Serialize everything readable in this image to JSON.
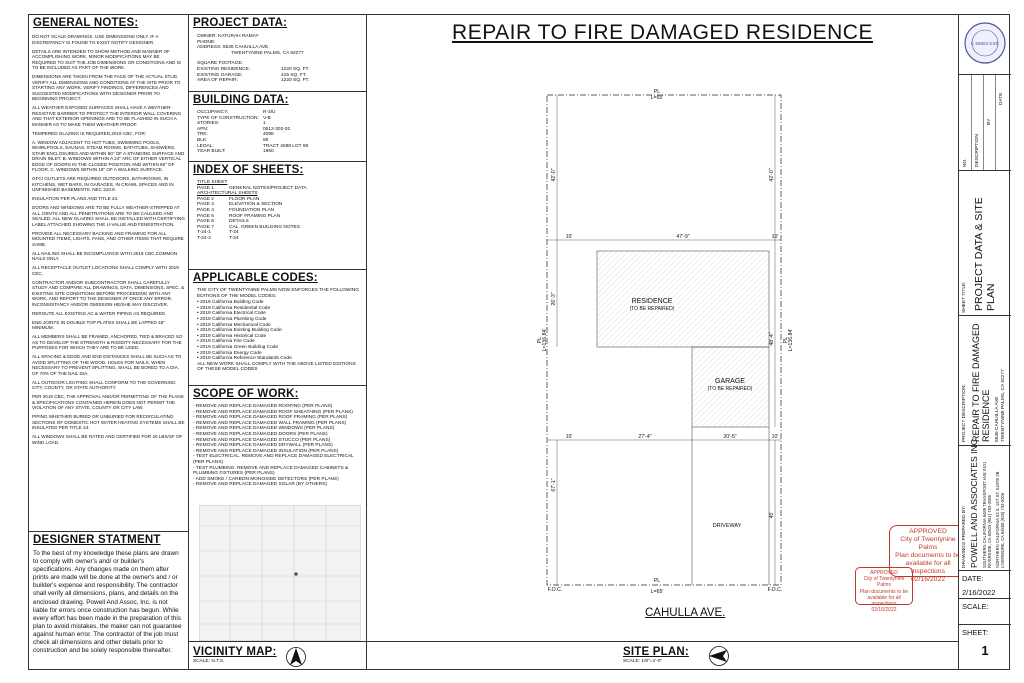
{
  "general_notes": {
    "heading": "GENERAL NOTES:",
    "items": [
      "DO NOT SCALE DRAWINGS. USE DIMENSIONS ONLY. IF A DISCREPANCY IS FOUND TO EXIST NOTIFY DESIGNER.",
      "DETAILS ARE INTENDED TO SHOW METHOD AND MANNER OF ACCOMPLISHING WORK, MINOR MODIFICATIONS MAY BE REQUIRED TO SUIT THE JOB DIMENSIONS OR CONDITIONS AND IS TO BE INCLUDED AS PART OF THE WORK.",
      "DIMENSIONS ARE TAKEN FROM THE FACE OF THE ACTUAL STUD. VERIFY ALL DIMENSIONS AND CONDITIONS AT THE SITE PRIOR TO STARTING ANY WORK. VERIFY FINDINGS, DIFFERENCES AND SUGGESTED MODIFICATIONS WITH DESIGNER PRIOR TO BEGINNING PROJECT.",
      "ALL WEATHER EXPOSED SURFACES SHALL HAVE A WEATHER-RESISTIVE BARRIER TO PROTECT THE INTERIOR WALL COVERING AND THAT EXTERIOR OPENINGS ARE TO BE FLASHED IN SUCH A MANNER AS TO MAKE THEM WEATHER PROOF.",
      "TEMPERED GLAZING IS REQUIRED,2019 CBC, FOR:",
      "A. WINDOW ADJACENT TO HOT TUBS, SWIMMING POOLS, WHIRLPOOLS, SAUNAS, STEAM ROOMS, BATHTUBS, SHOWERS, STAIR ENCLOSURES AND WITHIN 60\" OF A STANDING SURFACE AND DRAIN INLET. B. WINDOWS WITHIN A 24\" ARC OF EITHER VERTICAL EDGE OF DOORS IN THE CLOSED POSITION AND WITHIN 60\" OF FLOOR. C. WINDOWS WITHIN 18\" OF A WALKING SURFACE.",
      "GFCI OUTLETS ARE REQUIRED OUTDOORS, BATHROOMS, IN KITCHENS, WET BARS, IN GARAGES, IN CRAWL SPACES AND IN UNFINISHED BASEMENTS. NEC 210.8.",
      "INSULATION PER PLANS AND TITLE 24.",
      "DOORS AND WINDOWS ARE TO BE FULLY WEATHER-STRIPPED AT ALL JOINTS AND ALL PENETRATIONS ARE TO BE CAULKED AND SEALED. ALL NEW GLAZING SHALL BE INSTALLED WITH CERTIFYING LABEL ATTACHED SHOWING THE U-VALUE AND FENESTRATION.",
      "PROVIDE ALL NECESSARY BACKING AND FRAMING FOR ALL MOUNTED ITEMS, LIGHTS, FANS, AND OTHER ITEMS THAT REQUIRE SAME.",
      "ALL NAILING SHALL BE INCOMPLIANCE WITH 2019 CBC.COMMON NAILS ONLY.",
      "ALL RECEPTACLE OUTLET LOCATIONS SHALL COMPLY WITH 2019 CEC.",
      "CONTRACTOR AND/OR SUBCONTRACTOR SHALL CAREFULLY STUDY AND COMPARE ALL DRAWINGS, DATA, DIMENSIONS, SPEC. & EXISTING SITE CONDITIONS BEFORE PROCEEDING WITH ANY WORK, AND REPORT TO THE DESIGNER AT ONCE ANY ERROR, INCONSISTANCY AND/OR OMISSION HE/SHE MAY DISCOVER.",
      "REROUTE ALL EXISTING AC & WATER PIPING AS REQUIRED.",
      "END JOINTS IN DOUBLE TOP PLATES SHALL BE LAPPED 48\" MINIMUM.",
      "ALL MEMBERS SHALL BE FRAMED, ANCHORED, TIED & BRACED SO AS TO DEVELOP THE STRENGTH & RIGIDITY NECESSARY FOR THE PURPOSES FOR WHICH THEY ARE TO BE USED.",
      "ALL SPACING & EDGE AND END DISTANCES SHALL BE SUCH AS TO AVOID SPLITTING OF THE WOOD. HOLES FOR NAILS, WHEN NECESSARY TO PREVENT SPLITTING, SHALL BE BORED TO A DIA. OF 70% OF THE NAIL DIA.",
      "ALL OUTDOOR LIGHTING SHALL CONFORM TO THE GOVERNING CITY, COUNTY, OR STATE AUTHORITY.",
      "PER 2019 CBC, THE APPROVAL AND/OR PERMITTING OF THE PLANS & SPECIFICATIONS CONTAINED HEREIN DOES NOT PERMIT THE VIOLATION OF ANY STATE, COUNTY OR CITY LAW.",
      "PIPING WHETHER BURIED OR UNBURIED FOR RECIRCULATING SECTIONS OF DOMESTIC HOT WATER HEATING SYSTEMS SHALL BE INSULATED PER TITLE 24.",
      "ALL WINDOWS SHALL BE RATED AND CERTIFIED FOR 20 LBS/SF OF WIND LOAD."
    ]
  },
  "designer_statement": {
    "heading": "DESIGNER STATMENT",
    "text": "To the best of my knowledge these plans are drawn to comply with owner's and/ or builder's specifications. Any changes made on them after prints are made will be done at the owner's and / or builder's expense and responsibility. The contractor shall verify all dimensions, plans, and details on the enclosed drawing. Powell And Assoc, Inc. is not liable for errors once construction has begun. While every effort has been made in the preparation of this plan to avoid mistakes, the maker can not guarantee against human error. The contractor of the job must check all dimensions and other details prior to construction and be solely responsible thereafter."
  },
  "project_data": {
    "heading": "PROJECT DATA:",
    "owner": "OWNER: KATURAH RAMAY",
    "phone": "PHONE:",
    "address_1": "ADDRESS: 5536 CAHUILLA AVE",
    "address_2": "TWENTYNINE PALMS, CA 92277",
    "rows": [
      {
        "k": "SQUARE FOOTAGE:",
        "v": ""
      },
      {
        "k": "EXISTING RESIDENCE:",
        "v": "1220 SQ. FT."
      },
      {
        "k": "EXISTING GARAGE:",
        "v": "415 SQ. FT."
      },
      {
        "k": "AREA OF REPAIR:",
        "v": "1220 SQ. FT."
      }
    ]
  },
  "building_data": {
    "heading": "BUILDING DATA:",
    "rows": [
      {
        "k": "OCCUPANCY:",
        "v": "R-3/U"
      },
      {
        "k": "TYPE OF CONSTRUCTION:",
        "v": "V-B"
      },
      {
        "k": "STORIES:",
        "v": "1"
      },
      {
        "k": "APN:",
        "v": "0612-302-02"
      },
      {
        "k": "TRK:",
        "v": "4098"
      },
      {
        "k": "BLK:",
        "v": "88"
      },
      {
        "k": "LEGAL:",
        "v": "TRACT 4098 LOT 88"
      },
      {
        "k": "YEAR BUILT:",
        "v": "1960"
      }
    ]
  },
  "index_of_sheets": {
    "heading": "INDEX OF SHEETS:",
    "title_sheet": "TITLE SHEET",
    "title_rows": [
      {
        "k": "PAGE 1",
        "v": "GENERAL NOTES/PROJECT DATA"
      }
    ],
    "arch_sheets": "ARCHITECTURAL SHEETS",
    "arch_rows": [
      {
        "k": "PAGE 2",
        "v": "FLOOR PLAN"
      },
      {
        "k": "PAGE 3",
        "v": "ELEVATION & SECTION"
      },
      {
        "k": "PAGE 4",
        "v": "FOUNDATION PLAN"
      },
      {
        "k": "PAGE 5",
        "v": "ROOF FRAMING PLAN"
      },
      {
        "k": "PAGE 6",
        "v": "DETAILS"
      },
      {
        "k": "PAGE 7",
        "v": "CAL. GREEN BUILDING NOTES"
      },
      {
        "k": "T-24-1",
        "v": "T-24"
      },
      {
        "k": "T-24-2",
        "v": "T-24"
      }
    ]
  },
  "applicable_codes": {
    "heading": "APPLICABLE CODES:",
    "intro": "THE CITY OF TWENTYNINE PALMS NOW ENFORCES THE FOLLOWING EDITIONS OF THE MODEL CODES:",
    "items": [
      "• 2019 California Building Code",
      "• 2019 California Residential Code",
      "• 2019 California Electrical Code",
      "• 2019 California Plumbing Code",
      "• 2019 California Mechanical Code",
      "• 2019 California Existing Building Code",
      "• 2019 California Historical Code",
      "• 2019 California Fire Code",
      "• 2019 California Green Building Code",
      "• 2019 California Energy Code",
      "• 2019 California Reference Standards Code"
    ],
    "outro": "ALL NEW WORK SHALL COMPLY WITH THE ABOVE LISTED EDITIONS OF THESE MODEL CODES"
  },
  "scope_of_work": {
    "heading": "SCOPE OF WORK:",
    "items": [
      "- REMOVE AND REPLACE DAMAGED ROOFING (PER PLANS)",
      "- REMOVE AND REPLACE DAMAGED ROOF SHEATHING (PER PLANS)",
      "- REMOVE AND REPLACE DAMAGED ROOF FRAMING (PER PLANS)",
      "- REMOVE AND REPLACE DAMAGED WALL FRAMING (PER PLANS)",
      "- REMOVE AND REPLACE DAMAGED WINDOWS (PER PLANS)",
      "- REMOVE AND REPLACE DAMAGED DOORS (PER PLANS)",
      "- REMOVE AND REPLACE DAMAGED STUCCO (PER PLANS)",
      "- REMOVE AND REPLACE DAMAGED DRYWALL (PER PLANS)",
      "- REMOVE AND REPLACE DAMAGED INSULATION (PER PLANS)",
      "- TEST ELECTRICAL. REMOVE AND REPLACE DAMAGED ELECTRICAL (PER PLANS)",
      "- TEST PLUMBING. REMOVE AND REPLACE DAMAGED CABINETS & PLUMBING FIXTURES (PER PLANS)",
      "- ADD SMOKE / CARBON MONOXIDE DETECTORS (PER PLANS)",
      "- REMOVE AND REPLACE DAMAGED SOLAR (BY OTHERS)"
    ]
  },
  "vicinity_map": {
    "heading": "VICINITY MAP:",
    "scale": "SCALE: N.T.S."
  },
  "site_plan": {
    "title": "REPAIR TO FIRE DAMAGED RESIDENCE",
    "heading": "SITE PLAN:",
    "scale": "SCALE: 1/8\"=1'-0\"",
    "street": "CAHULLA AVE.",
    "residence": "RESIDENCE",
    "residence_note": "(TO BE REPAIRED)",
    "garage": "GARAGE",
    "garage_note": "(TO BE REPAIRED)",
    "driveway": "DRIVEWAY",
    "pl": "PL",
    "pl_len_h": "L=65'",
    "pl_len_v": "L=136.84'",
    "foc": "F.O.C.",
    "dims": {
      "top_setback": "42'-0\"",
      "res_width": "47'-9\"",
      "side_left": "10'",
      "side_right": "10'",
      "res_depth": "26'-3\"",
      "right_depth": "48'-4\"",
      "res_front": "27'-4\"",
      "gar_width": "20'-5\"",
      "front_setback": "67'-1\"",
      "drive_len": "45'"
    }
  },
  "stamps": {
    "approved": "APPROVED",
    "city": "City of Twentynine Palms",
    "line3": "Plan documents to be",
    "line4": "available for all inspections",
    "date": "02/16/2022",
    "small_approved": "APPROVED",
    "small_city": "City of Twentynine Palms",
    "small_line3": "Plan documents to be",
    "small_line4": "available for all inspections",
    "small_date": "02/16/2022"
  },
  "title_block": {
    "seal": "C 56804 EXP.",
    "rev_headers": [
      "NO.",
      "DESCRIPTION",
      "BY",
      "DATE"
    ],
    "sheet_title_label": "SHEET TITLE:",
    "sheet_title": "PROJECT DATA & SITE PLAN",
    "project_label": "PROJECT DESCRIPTION:",
    "project": "REPAIR TO FIRE DAMAGED RESIDENCE",
    "project_addr_1": "5536 CAHUILLA AVE",
    "project_addr_2": "TWENTYNINE PALMS, CA 92277",
    "drawn_label": "DRAWINGS PREPARED BY:",
    "firm": "POWELL AND ASSOCIATES INC.",
    "firm_south": "SOUTHERN CALIFORNIA 9489 TRANSPORT AVE #101 RIVERSIDE, CA 92503 (951) 763-3085",
    "firm_north": "NORTHERN CALIFORNIA 53 S. 1ST ST. SUITE 2B LIVERMORE, CA 94550 (925) 734-0006",
    "date_label": "DATE:",
    "date": "2/16/2022",
    "scale_label": "SCALE:",
    "scale": "",
    "sheet_label": "SHEET:",
    "sheet": "1"
  }
}
